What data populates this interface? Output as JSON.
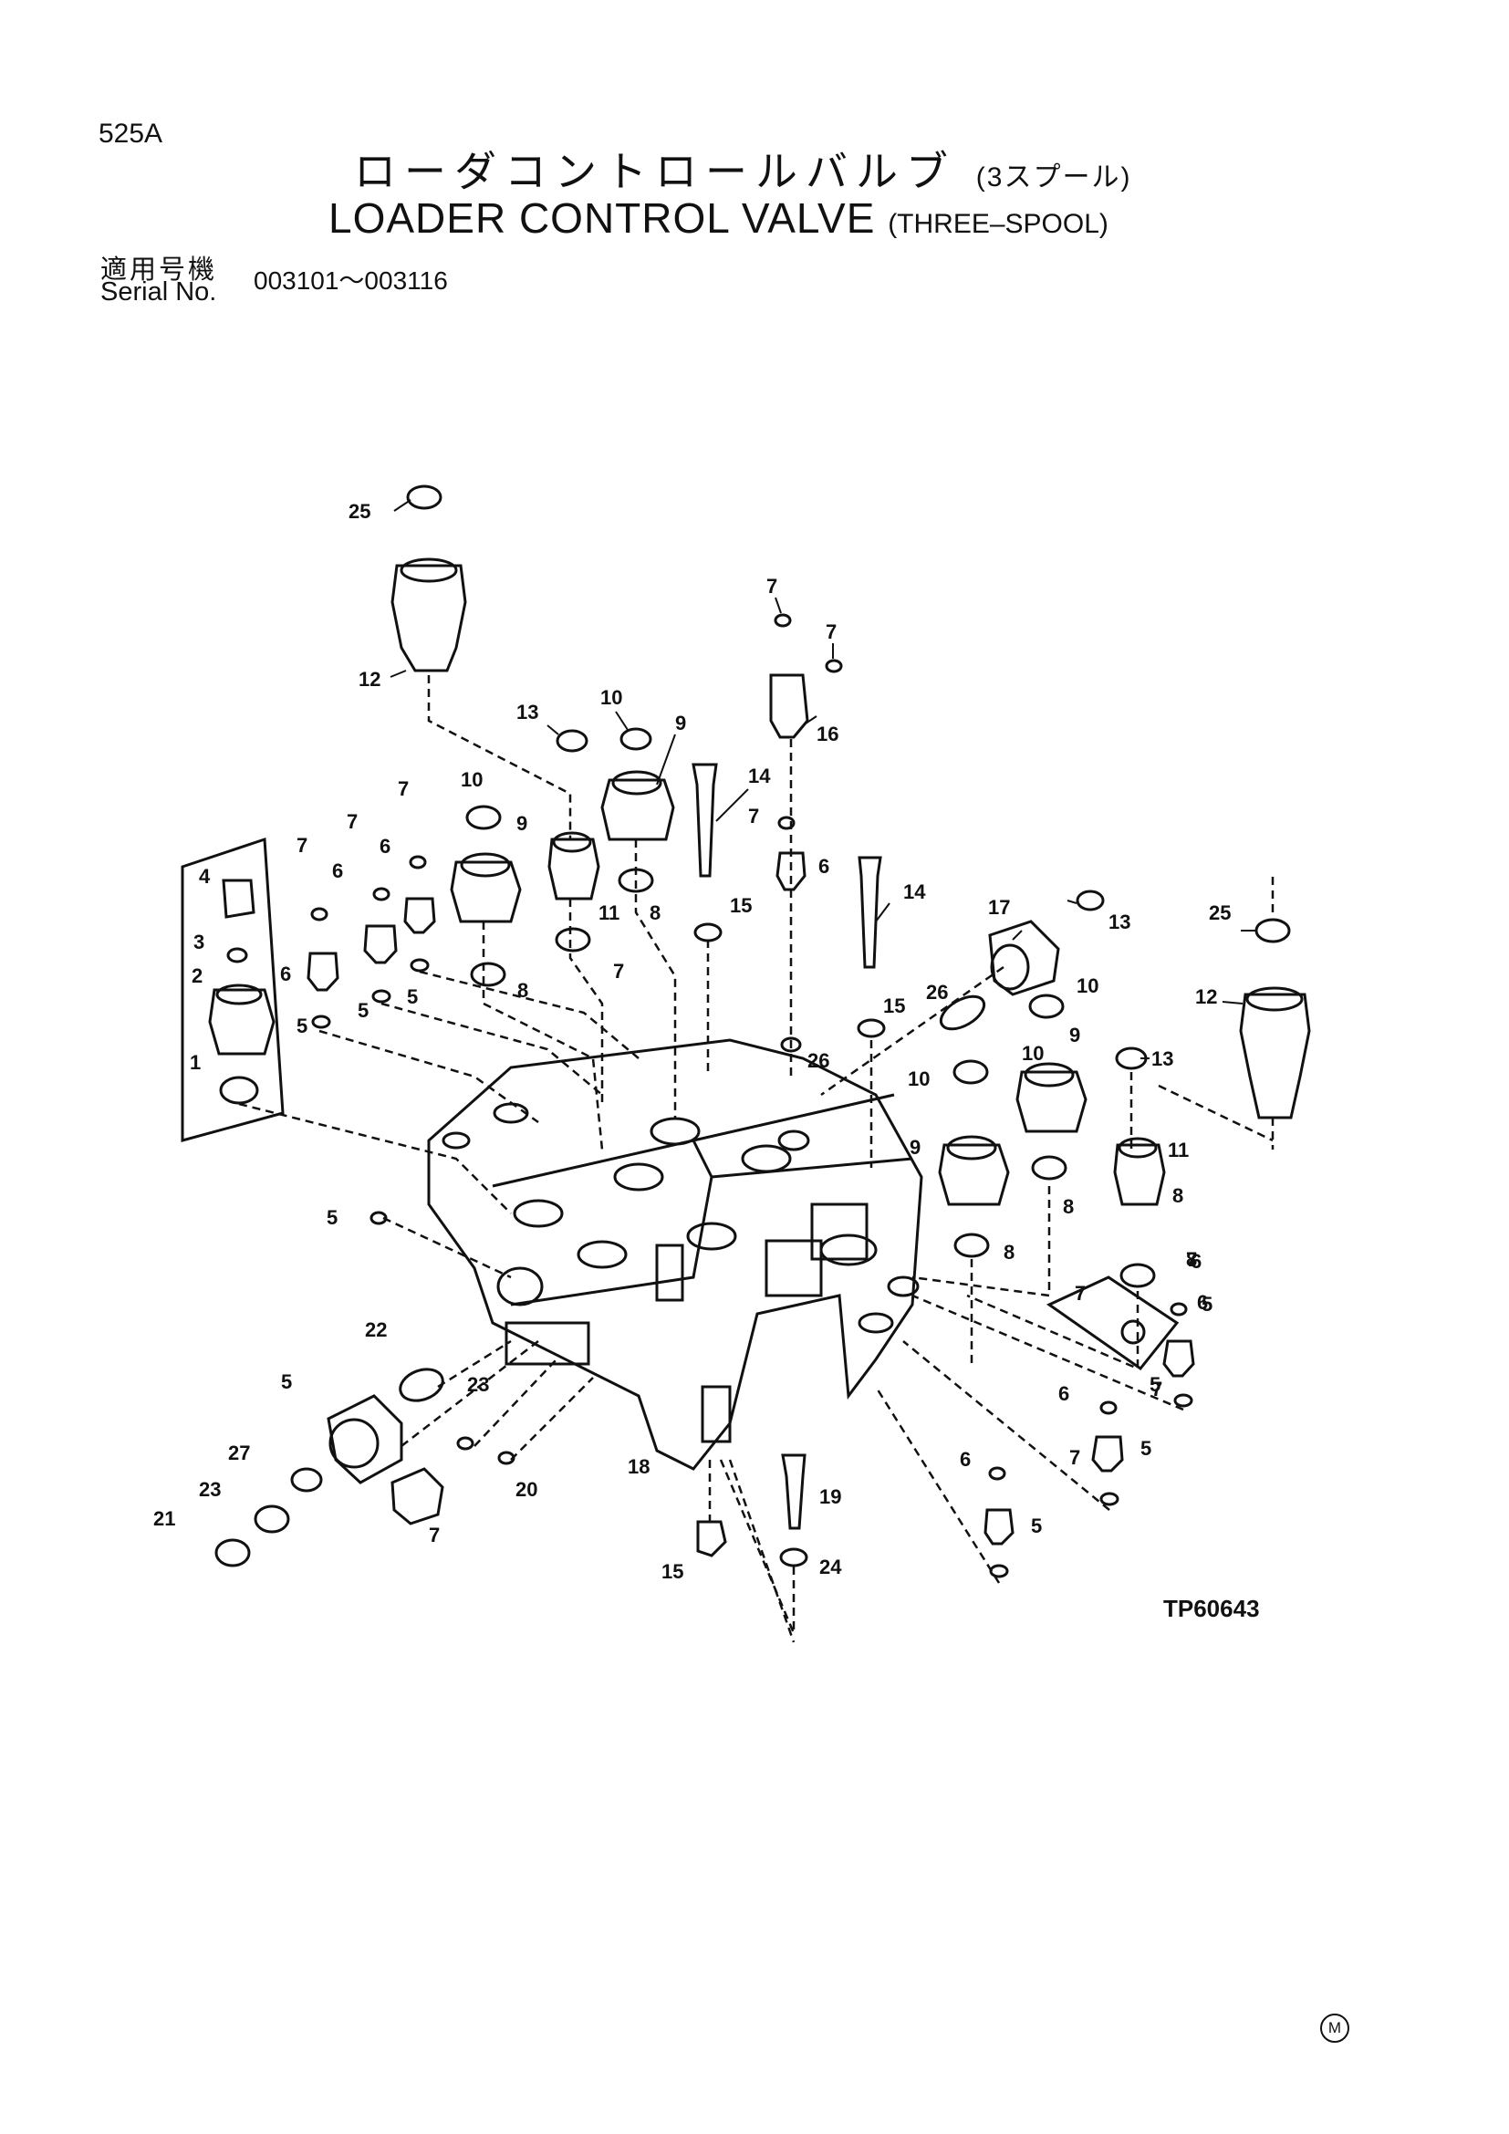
{
  "page_no": "525A",
  "title_jp": "ローダコントロールバルブ",
  "title_jp_sub": "(3スプール)",
  "title_en": "LOADER CONTROL VALVE",
  "title_en_sub": "(THREE–SPOOL)",
  "serial_label_jp": "適用号機",
  "serial_label_en": "Serial No.",
  "serial_range": "003101～003116",
  "figure_code": "TP60643",
  "corner_mark": "M",
  "callouts": [
    "25",
    "12",
    "13",
    "10",
    "9",
    "7",
    "7",
    "16",
    "14",
    "7",
    "6",
    "15",
    "14",
    "17",
    "13",
    "26",
    "10",
    "15",
    "25",
    "12",
    "10",
    "9",
    "13",
    "10",
    "9",
    "11",
    "8",
    "8",
    "8",
    "8",
    "7",
    "6",
    "5",
    "4",
    "3",
    "2",
    "1",
    "7",
    "6",
    "7",
    "6",
    "7",
    "6",
    "5",
    "5",
    "5",
    "10",
    "9",
    "11",
    "8",
    "8",
    "7",
    "5",
    "26",
    "22",
    "5",
    "23",
    "27",
    "23",
    "21",
    "7",
    "20",
    "18",
    "19",
    "15",
    "24",
    "7",
    "6",
    "5",
    "7",
    "6",
    "5",
    "7",
    "6",
    "5"
  ]
}
